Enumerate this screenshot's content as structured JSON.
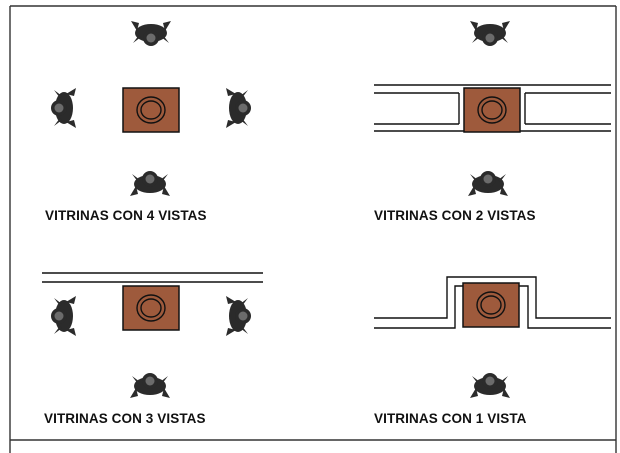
{
  "panels": [
    {
      "caption": "VITRINAS CON 4 VISTAS"
    },
    {
      "caption": "VITRINAS CON 2 VISTAS"
    },
    {
      "caption": "VITRINAS CON 3 VISTAS"
    },
    {
      "caption": "VITRINAS CON 1 VISTA"
    }
  ],
  "colors": {
    "showcase_fill": "#9e5a3c",
    "figure_fill": "#2b2b2b",
    "line": "#111111",
    "background": "#ffffff"
  },
  "icons": [
    "person-top-view-icon",
    "showcase-vitrina-icon"
  ]
}
